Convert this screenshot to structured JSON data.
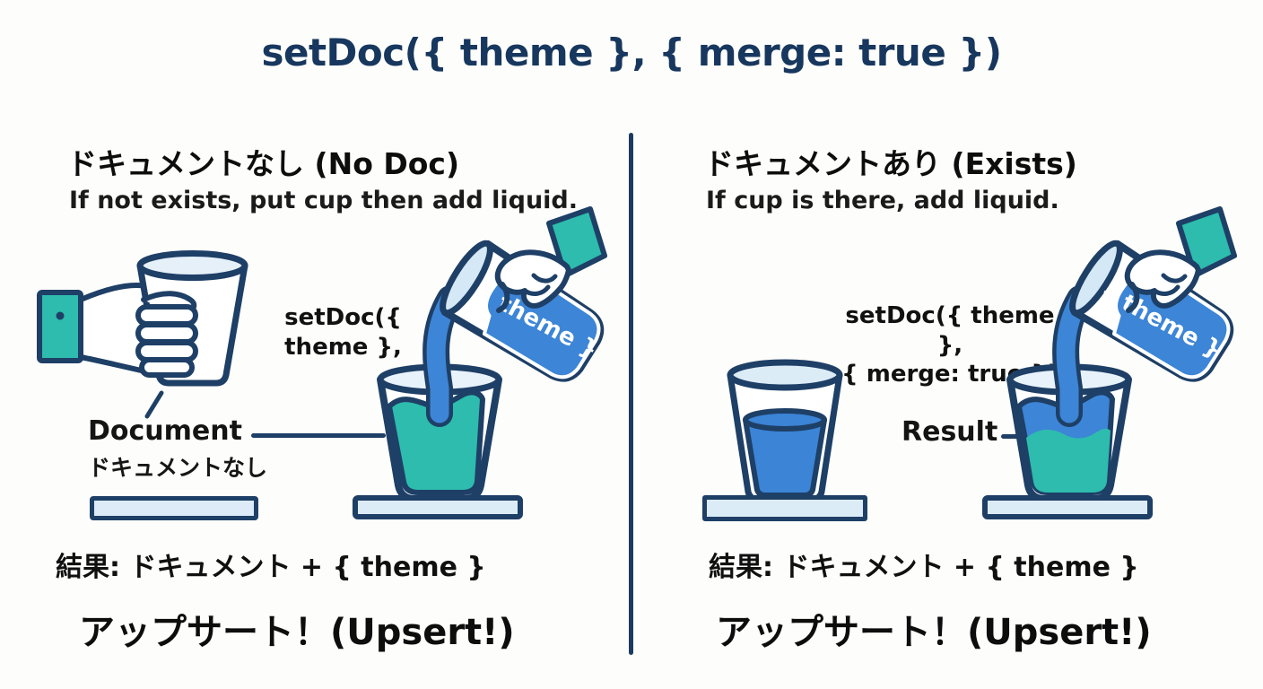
{
  "title": "setDoc({ theme }, { merge: true })",
  "colors": {
    "navy_outline": "#1e3f66",
    "title_navy": "#17375e",
    "blue_liquid": "#3d85d6",
    "teal": "#2dbcae",
    "light_blue": "#dcecf7",
    "text_black": "#141414"
  },
  "left": {
    "heading": "ドキュメントなし (No Doc)",
    "subtitle": "If not exists, put cup then add liquid.",
    "code_annotation": "setDoc({\ntheme },",
    "pitcher_label": "{ theme }",
    "document_label": "Document",
    "document_sublabel": "ドキュメントなし",
    "result_line": "結果: ドキュメント + { theme }",
    "upsert_line": "アップサート！(Upsert!)"
  },
  "right": {
    "heading": "ドキュメントあり (Exists)",
    "subtitle": "If cup is there, add liquid.",
    "code_annotation": "setDoc({ theme },\n{ merge: true })",
    "pitcher_label": "{ theme }",
    "result_label": "Result",
    "result_line": "結果: ドキュメント + { theme }",
    "upsert_line": "アップサート！(Upsert!)"
  }
}
